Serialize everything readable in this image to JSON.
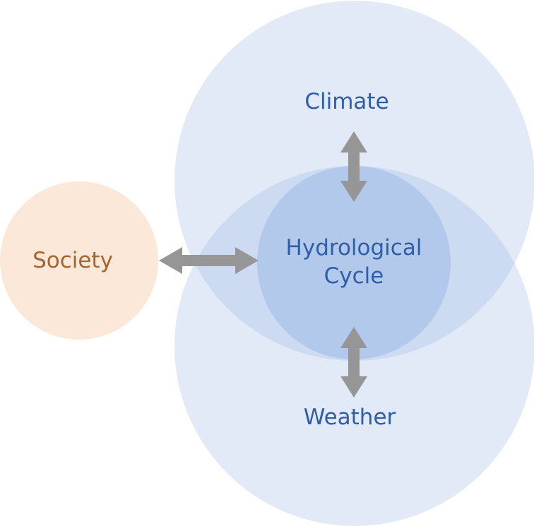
{
  "nodes": {
    "climate": {
      "label": "Climate"
    },
    "weather": {
      "label": "Weather"
    },
    "hydrological": {
      "label_line1": "Hydrological",
      "label_line2": "Cycle"
    },
    "society": {
      "label": "Society"
    }
  },
  "colors": {
    "outer_circle_fill": "#dce6f5",
    "outer_circle_overlap": "#cad9f0",
    "inner_circle_fill": "#b3c9ec",
    "society_fill": "#fbe8d9",
    "blue_label": "#2e5ea8",
    "society_label": "#a4652e",
    "arrow": "#969696"
  }
}
